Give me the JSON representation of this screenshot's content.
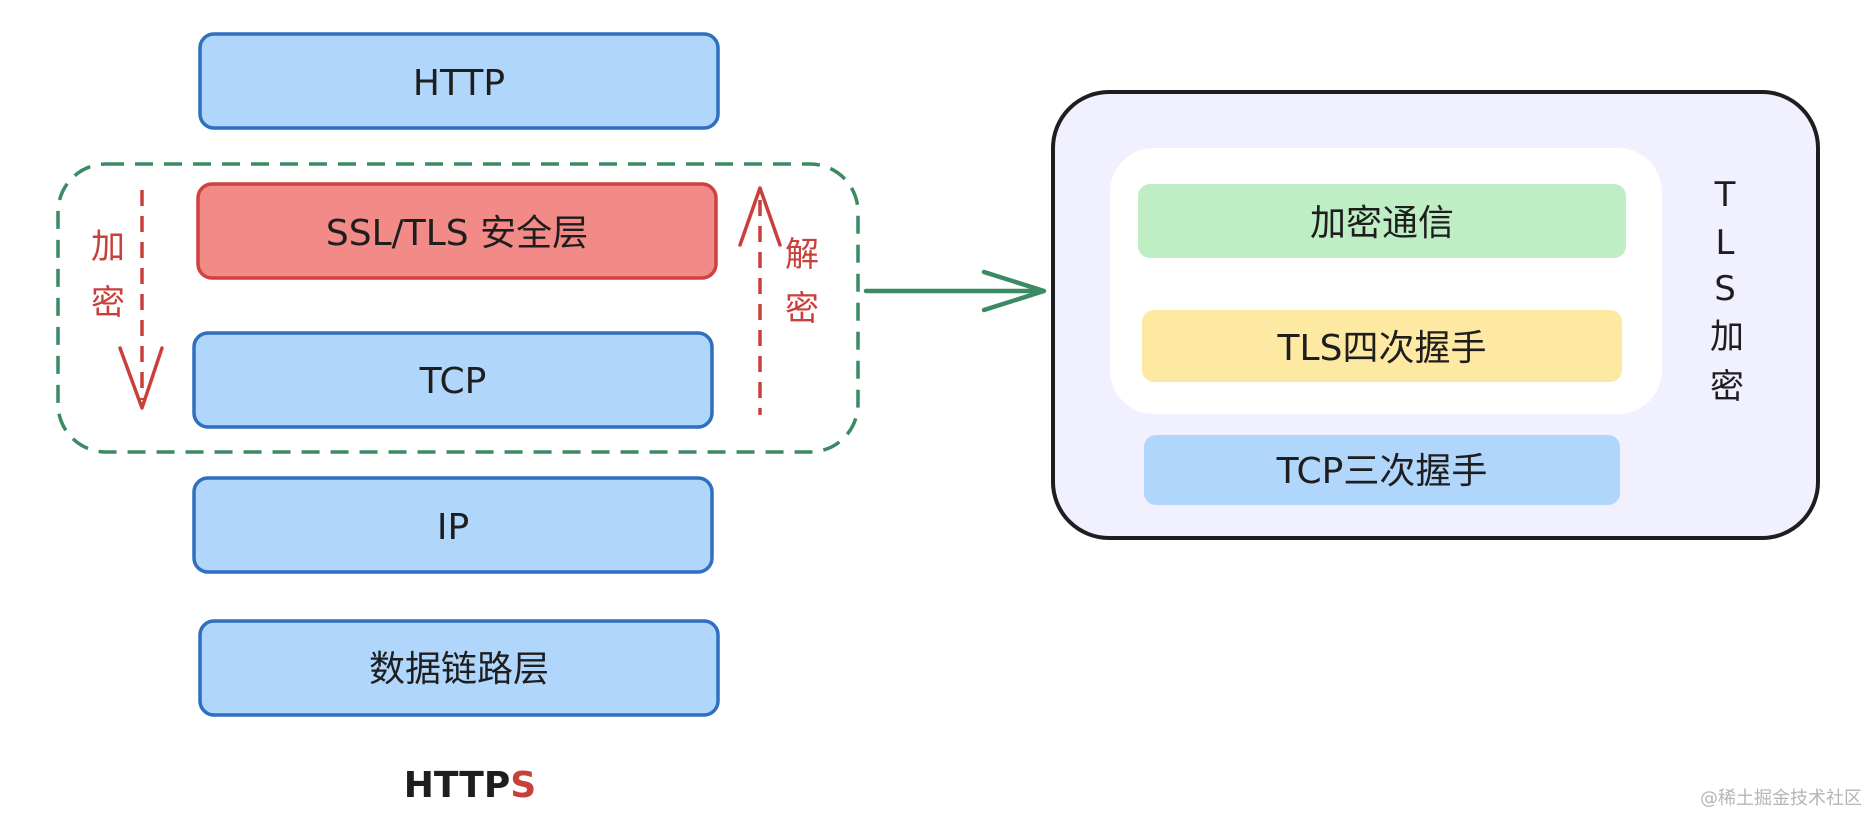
{
  "layers": {
    "http": "HTTP",
    "ssl": "SSL/TLS  安全层",
    "tcp": "TCP",
    "ip": "IP",
    "datalink": "数据链路层"
  },
  "side_labels": {
    "encrypt_1": "加",
    "encrypt_2": "密",
    "decrypt_1": "解",
    "decrypt_2": "密"
  },
  "tls_panel": {
    "encrypted_comm": "加密通信",
    "tls_handshake": "TLS四次握手",
    "tcp_handshake": "TCP三次握手",
    "vertical_title": [
      "T",
      "L",
      "S",
      "加",
      "密"
    ]
  },
  "footer": {
    "prefix": "HTTP",
    "suffix": "S"
  },
  "watermark": "@稀土掘金技术社区",
  "colors": {
    "blue_fill": "#b1d6fb",
    "blue_stroke": "#2f6fbf",
    "red_fill": "#f28b87",
    "red_stroke": "#d04242",
    "green_dash": "#3a8a62",
    "red_arrow": "#c9403b",
    "panel_fill": "#f1f0ff",
    "green_fill": "#bfeec4",
    "yellow_fill": "#fde9a2",
    "light_blue_fill": "#b1d6fb"
  }
}
